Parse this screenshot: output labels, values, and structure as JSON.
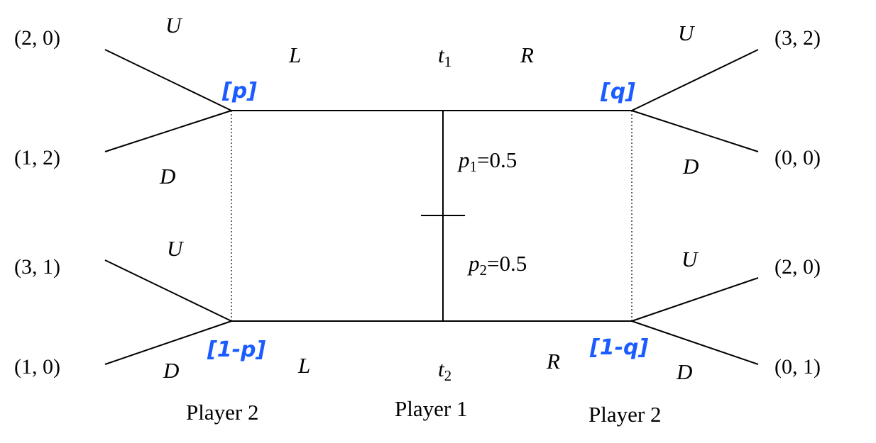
{
  "payoffs": {
    "top_left_U": "(2, 0)",
    "top_left_D": "(1, 2)",
    "bottom_left_U": "(3, 1)",
    "bottom_left_D": "(1, 0)",
    "top_right_U": "(3, 2)",
    "top_right_D": "(0, 0)",
    "bottom_right_U": "(2, 0)",
    "bottom_right_D": "(0, 1)"
  },
  "actions": {
    "top_left_U": "U",
    "top_left_D": "D",
    "bottom_left_U": "U",
    "bottom_left_D": "D",
    "top_right_U": "U",
    "top_right_D": "D",
    "bottom_right_U": "U",
    "bottom_right_D": "D",
    "top_L": "L",
    "top_R": "R",
    "bottom_L": "L",
    "bottom_R": "R"
  },
  "types": {
    "t1_base": "t",
    "t1_sub": "1",
    "t2_base": "t",
    "t2_sub": "2"
  },
  "probabilities": {
    "p1_base": "p",
    "p1_sub": "1",
    "p1_value": "=0.5",
    "p2_base": "p",
    "p2_sub": "2",
    "p2_value": "=0.5"
  },
  "players": {
    "left": "Player 2",
    "center": "Player 1",
    "right": "Player 2"
  },
  "beliefs": {
    "top_left": "[p]",
    "bottom_left": "[1-p]",
    "top_right": "[q]",
    "bottom_right": "[1-q]"
  },
  "colors": {
    "line": "#000000",
    "handwriting": "#1a5cff"
  }
}
